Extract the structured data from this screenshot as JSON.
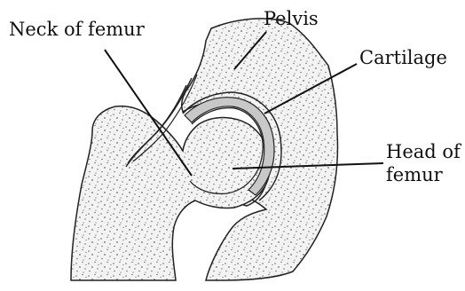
{
  "labels": {
    "neck": "Neck of femur",
    "pelvis": "Pelvis",
    "cartilage": "Cartilage",
    "head_line1": "Head of",
    "head_line2": "femur"
  },
  "colors": {
    "outline": "#222222",
    "bone_fill": "#f2f2f2",
    "stipple": "#6a6a6a",
    "cartilage": "#c8c8c8",
    "leader": "#111111"
  }
}
